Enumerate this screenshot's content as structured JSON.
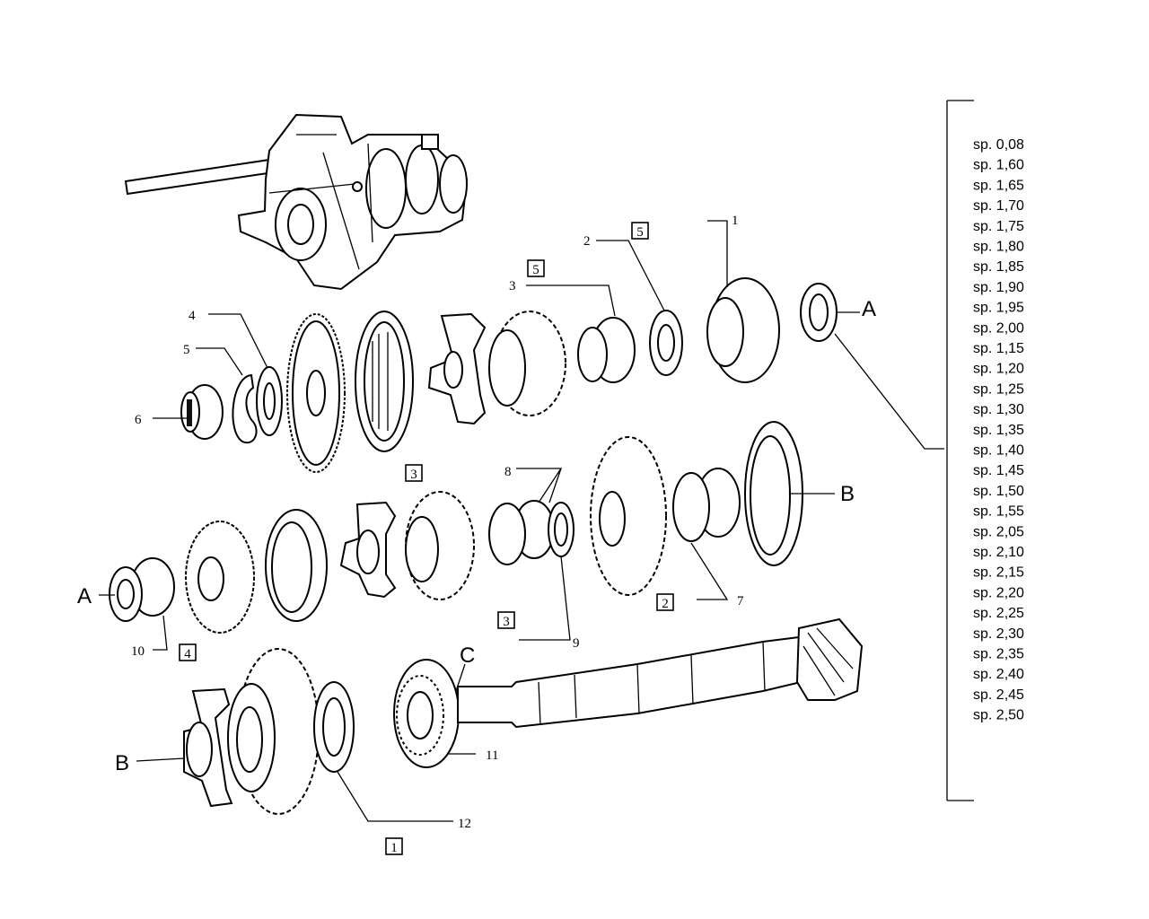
{
  "callouts": {
    "n1": "1",
    "n2": "2",
    "n3": "3",
    "n4": "4",
    "n5": "5",
    "n6": "6",
    "n7": "7",
    "n8": "8",
    "n9": "9",
    "n10": "10",
    "n11": "11",
    "n12": "12"
  },
  "boxed": {
    "b1": "1",
    "b2": "2",
    "b3a": "3",
    "b3b": "3",
    "b4": "4",
    "b5a": "5",
    "b5b": "5"
  },
  "letters": {
    "a1": "A",
    "a2": "A",
    "b1": "B",
    "b2": "B",
    "c": "C"
  },
  "thicknesses": [
    "sp. 0,08",
    "sp. 1,60",
    "sp. 1,65",
    "sp. 1,70",
    "sp. 1,75",
    "sp. 1,80",
    "sp. 1,85",
    "sp. 1,90",
    "sp. 1,95",
    "sp. 2,00",
    "sp. 1,15",
    "sp. 1,20",
    "sp. 1,25",
    "sp. 1,30",
    "sp. 1,35",
    "sp. 1,40",
    "sp. 1,45",
    "sp. 1,50",
    "sp. 1,55",
    "sp. 2,05",
    "sp. 2,10",
    "sp. 2,15",
    "sp. 2,20",
    "sp. 2,25",
    "sp. 2,30",
    "sp. 2,35",
    "sp. 2,40",
    "sp. 2,45",
    "sp. 2,50"
  ]
}
